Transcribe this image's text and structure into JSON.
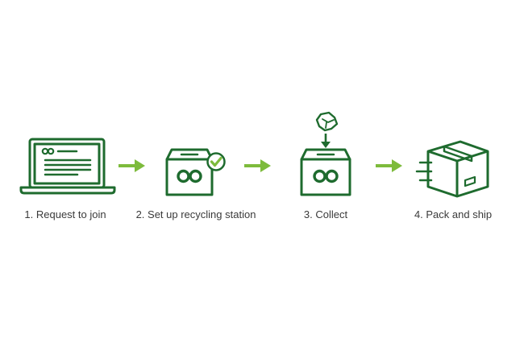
{
  "colors": {
    "dark_green": "#1e6b2e",
    "light_green": "#7dbb3c",
    "text": "#3a3a3a"
  },
  "steps": [
    {
      "label": "1. Request to join",
      "icon": "laptop-icon"
    },
    {
      "label": "2. Set up recycling station",
      "icon": "recycling-box-check-icon"
    },
    {
      "label": "3. Collect",
      "icon": "recycling-box-collect-icon"
    },
    {
      "label": "4. Pack and ship",
      "icon": "shipping-box-icon"
    }
  ]
}
